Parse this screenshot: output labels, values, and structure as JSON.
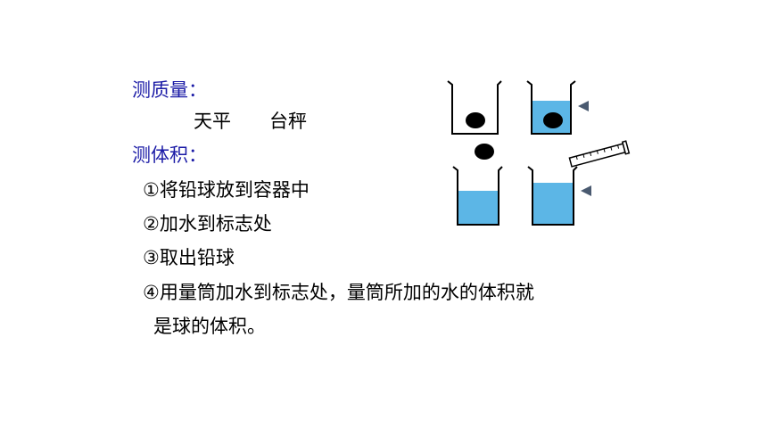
{
  "mass": {
    "heading": "测质量：",
    "instruments": [
      "天平",
      "台秤"
    ]
  },
  "volume": {
    "heading": "测体积：",
    "steps": [
      "①将铅球放到容器中",
      "②加水到标志处",
      "③取出铅球",
      "④用量筒加水到标志处，量筒所加的水的体积就"
    ],
    "steps_continuation": "是球的体积。"
  },
  "colors": {
    "heading": "#1a1aa6",
    "water": "#5cb6e6",
    "beaker_outline": "#000000",
    "marker": "#4a5a70"
  }
}
